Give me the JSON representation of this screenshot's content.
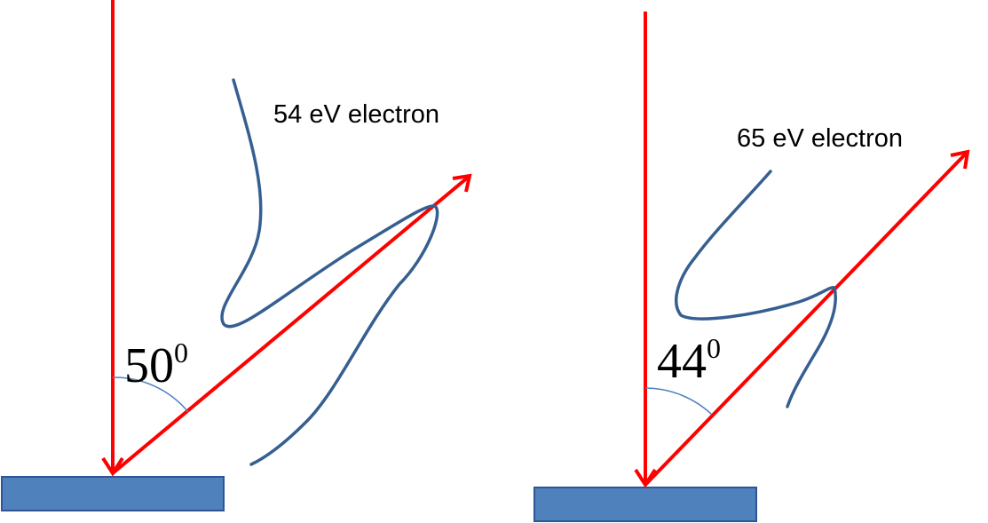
{
  "colors": {
    "beam": "#ff0000",
    "curve": "#365f91",
    "crystal_fill": "#4f81bd",
    "crystal_stroke": "#2f5597",
    "angle_arc": "#4f81bd"
  },
  "panels": [
    {
      "electron_label": "54 eV electron",
      "angle_value": "50",
      "angle_superscript": "0"
    },
    {
      "electron_label": "65 eV electron",
      "angle_value": "44",
      "angle_superscript": "0"
    }
  ]
}
